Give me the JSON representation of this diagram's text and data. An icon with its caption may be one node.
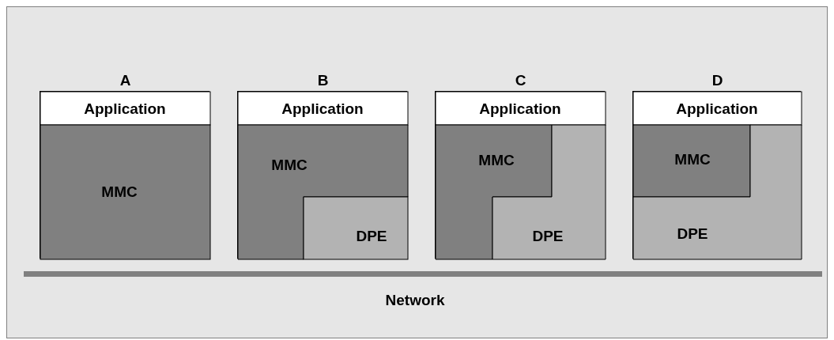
{
  "diagram": {
    "nodes": [
      {
        "text": [
          "A"
        ]
      },
      {
        "text": [
          "Application"
        ],
        "in": 0
      },
      {
        "text": [
          "MMC"
        ],
        "in": 0
      },
      {
        "text": [
          "B"
        ]
      },
      {
        "text": [
          "Application"
        ],
        "in": 3
      },
      {
        "text": [
          "MMC"
        ],
        "in": 3
      },
      {
        "text": [
          "DPE"
        ],
        "in": 3
      },
      {
        "text": [
          "C"
        ]
      },
      {
        "text": [
          "Application"
        ],
        "in": 7
      },
      {
        "text": [
          "MMC"
        ],
        "in": 7
      },
      {
        "text": [
          "DPE"
        ],
        "in": 7
      },
      {
        "text": [
          "D"
        ]
      },
      {
        "text": [
          "Application"
        ],
        "in": 11
      },
      {
        "text": [
          "MMC"
        ],
        "in": 11
      },
      {
        "text": [
          "DPE"
        ],
        "in": 11
      },
      {
        "text": [
          "Network"
        ]
      }
    ],
    "edges": []
  }
}
